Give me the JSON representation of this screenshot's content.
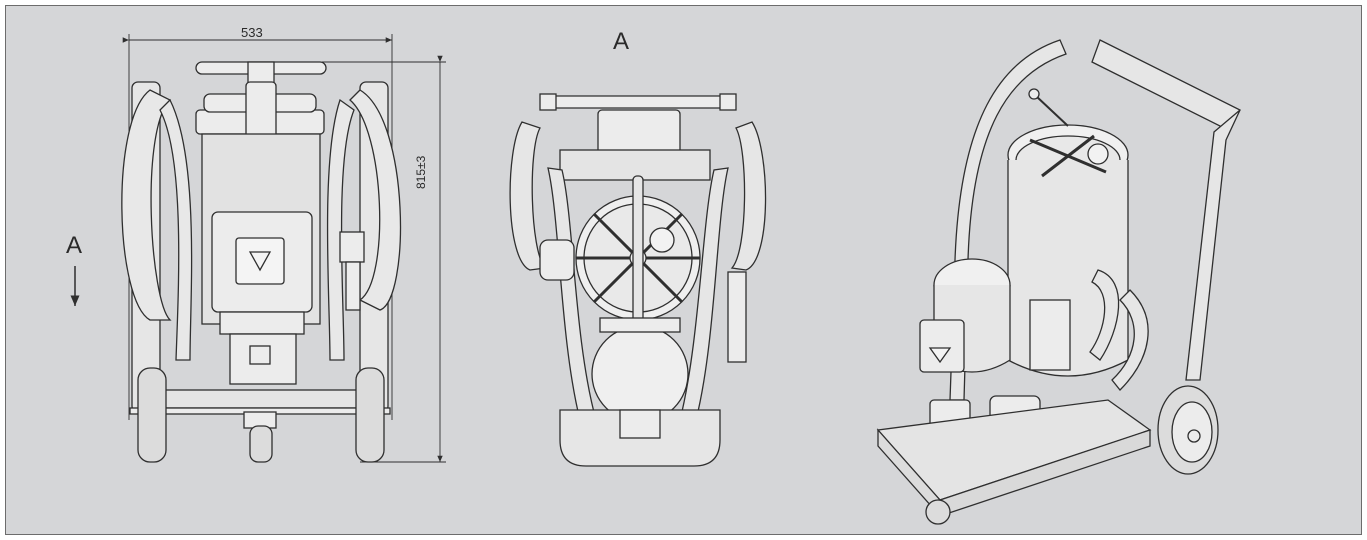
{
  "drawing": {
    "title": "",
    "dimensions": {
      "width_label": "533",
      "height_label": "815±3"
    },
    "view_labels": {
      "front_view_arrow": "A",
      "side_view_title": "A"
    },
    "colors": {
      "background": "#d5d6d8",
      "line": "#2f2f2f",
      "fill": "#ececec",
      "frame_border": "#6c6c6c"
    }
  }
}
